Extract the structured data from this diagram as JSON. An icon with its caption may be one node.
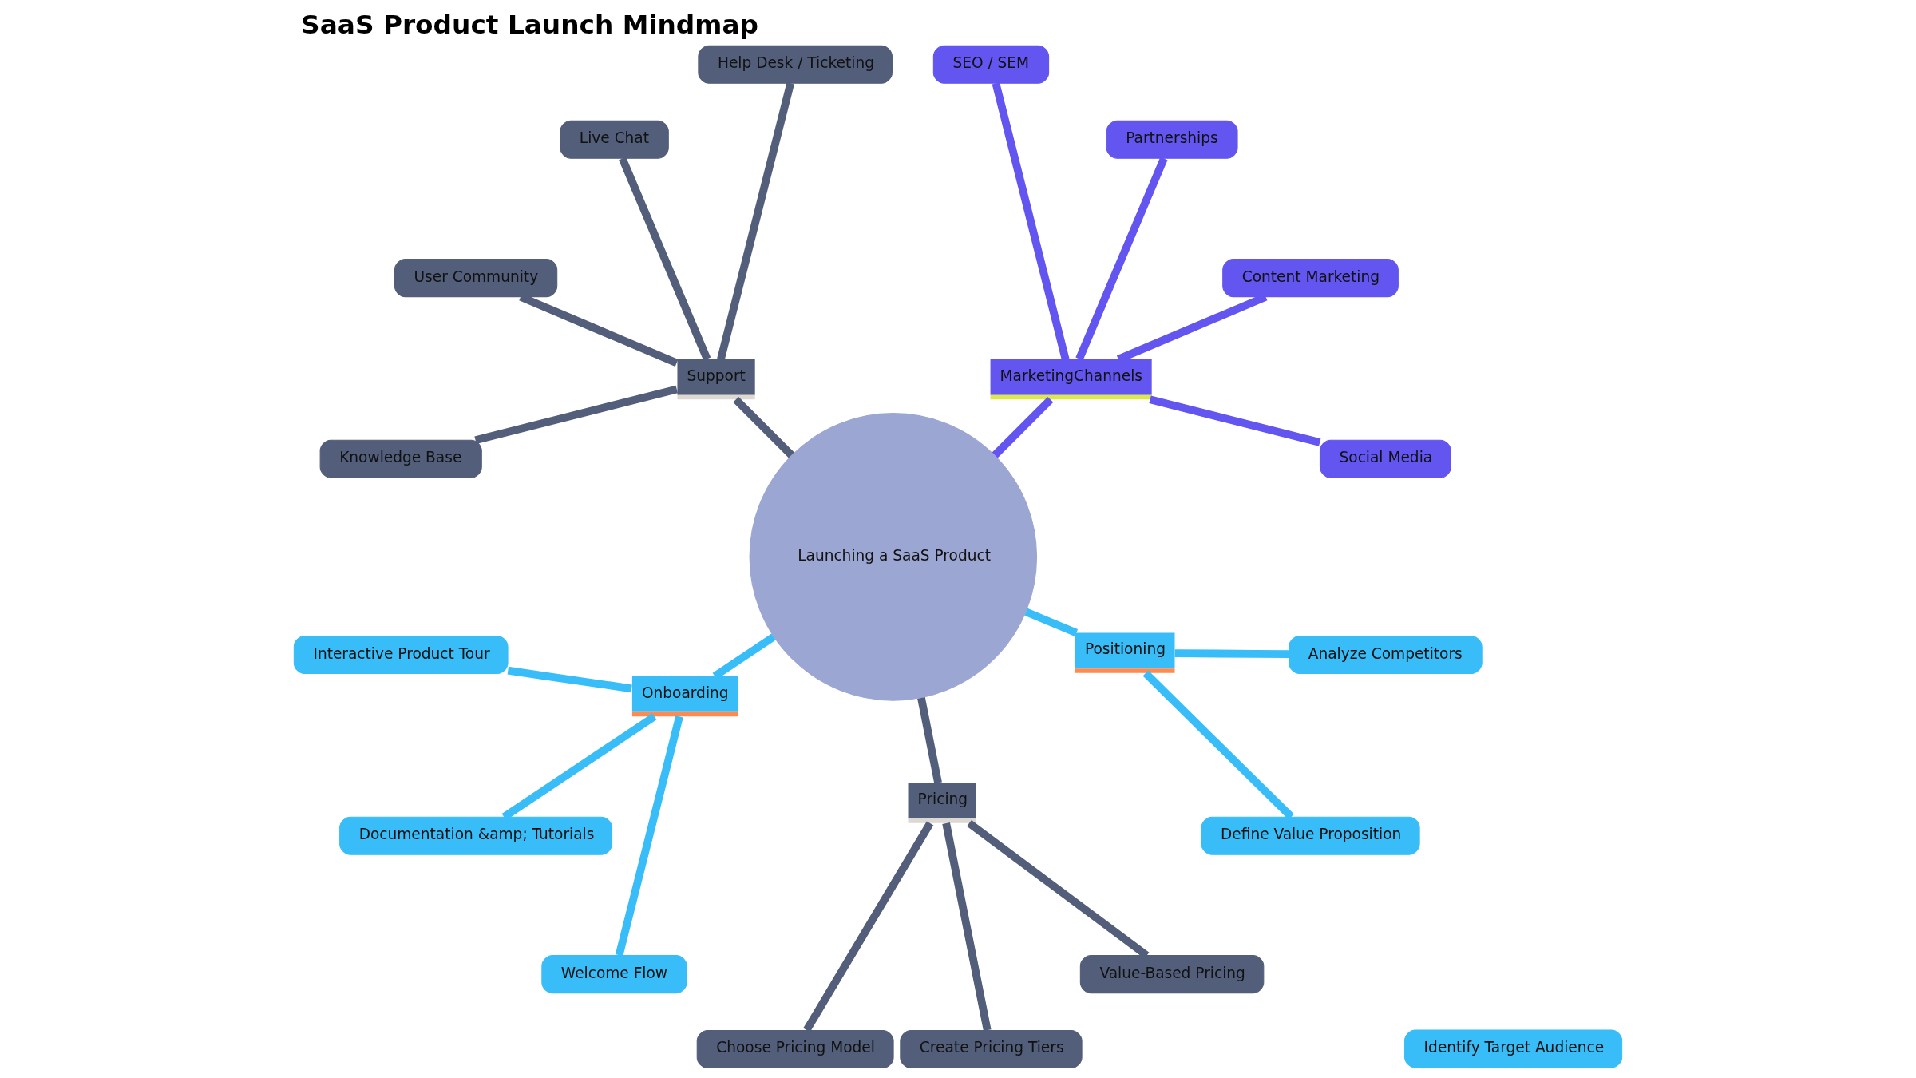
{
  "diagram": {
    "title": "SaaS Product Launch Mindmap",
    "nodes": [
      {
        "text": [
          "Launching a SaaS Product"
        ]
      },
      {
        "text": [
          "MarketingChannels"
        ]
      },
      {
        "text": [
          "Social Media"
        ]
      },
      {
        "text": [
          "Content Marketing"
        ]
      },
      {
        "text": [
          "Partnerships"
        ]
      },
      {
        "text": [
          "SEO / SEM"
        ]
      },
      {
        "text": [
          "Support"
        ]
      },
      {
        "text": [
          "Help Desk / Ticketing"
        ]
      },
      {
        "text": [
          "Live Chat"
        ]
      },
      {
        "text": [
          "User Community"
        ]
      },
      {
        "text": [
          "Knowledge Base"
        ]
      },
      {
        "text": [
          "Onboarding"
        ]
      },
      {
        "text": [
          "Interactive Product Tour"
        ]
      },
      {
        "text": [
          "Documentation &amp; Tutorials"
        ]
      },
      {
        "text": [
          "Welcome Flow"
        ]
      },
      {
        "text": [
          "Pricing"
        ]
      },
      {
        "text": [
          "Choose Pricing Model"
        ]
      },
      {
        "text": [
          "Create Pricing Tiers"
        ]
      },
      {
        "text": [
          "Value-Based Pricing"
        ]
      },
      {
        "text": [
          "Positioning"
        ]
      },
      {
        "text": [
          "Identify Target Audience"
        ]
      },
      {
        "text": [
          "Define Value Proposition"
        ]
      },
      {
        "text": [
          "Analyze Competitors"
        ]
      }
    ],
    "edges": [
      {
        "from": 0,
        "to": 1,
        "arrow": "none",
        "color": "#6355ef"
      },
      {
        "from": 1,
        "to": 2,
        "arrow": "none",
        "color": "#6355ef"
      },
      {
        "from": 1,
        "to": 3,
        "arrow": "none",
        "color": "#6355ef"
      },
      {
        "from": 1,
        "to": 4,
        "arrow": "none",
        "color": "#6355ef"
      },
      {
        "from": 1,
        "to": 5,
        "arrow": "none",
        "color": "#6355ef"
      },
      {
        "from": 0,
        "to": 6,
        "arrow": "none"
      },
      {
        "from": 6,
        "to": 7,
        "arrow": "none"
      },
      {
        "from": 6,
        "to": 8,
        "arrow": "none"
      },
      {
        "from": 6,
        "to": 9,
        "arrow": "none"
      },
      {
        "from": 6,
        "to": 10,
        "arrow": "none"
      },
      {
        "from": 0,
        "to": 11,
        "arrow": "none",
        "color": "#38bdf8"
      },
      {
        "from": 11,
        "to": 12,
        "arrow": "none",
        "color": "#38bdf8"
      },
      {
        "from": 11,
        "to": 13,
        "arrow": "none",
        "color": "#38bdf8"
      },
      {
        "from": 11,
        "to": 14,
        "arrow": "none",
        "color": "#38bdf8"
      },
      {
        "from": 0,
        "to": 15,
        "arrow": "none"
      },
      {
        "from": 15,
        "to": 16,
        "arrow": "none"
      },
      {
        "from": 15,
        "to": 17,
        "arrow": "none"
      },
      {
        "from": 15,
        "to": 18,
        "arrow": "none"
      },
      {
        "from": 0,
        "to": 19,
        "arrow": "none",
        "color": "#38bdf8"
      },
      {
        "from": 19,
        "to": 21,
        "arrow": "none",
        "color": "#38bdf8"
      },
      {
        "from": 19,
        "to": 22,
        "arrow": "none",
        "color": "#38bdf8"
      }
    ]
  }
}
